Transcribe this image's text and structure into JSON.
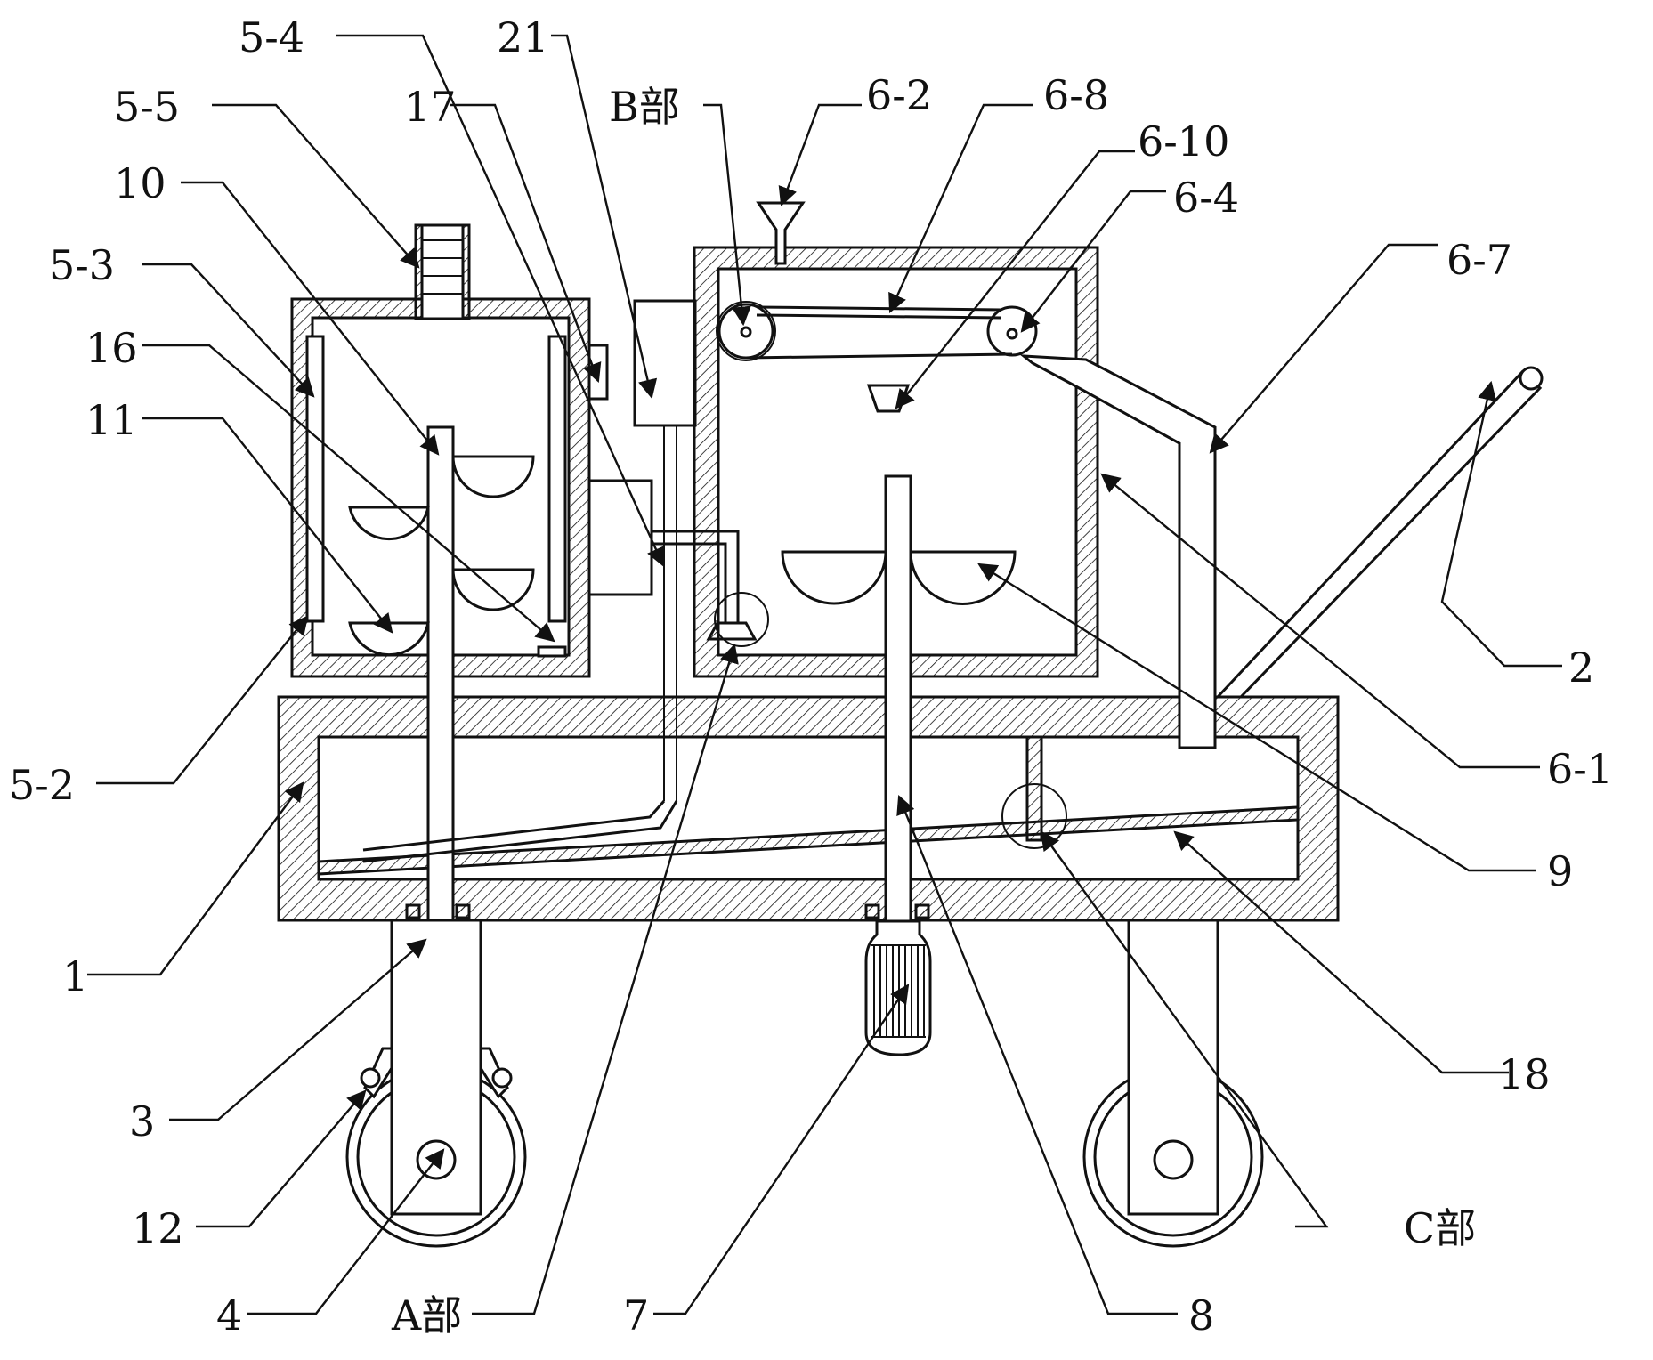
{
  "labels": {
    "p5_4": "5-4",
    "p21": "21",
    "p5_5": "5-5",
    "p17": "17",
    "pB": "B部",
    "p6_2": "6-2",
    "p6_8": "6-8",
    "p6_10": "6-10",
    "p6_4": "6-4",
    "p10": "10",
    "p6_7": "6-7",
    "p5_3": "5-3",
    "p16": "16",
    "p11": "11",
    "p2": "2",
    "p5_2": "5-2",
    "p6_1": "6-1",
    "p9": "9",
    "p1": "1",
    "p18": "18",
    "p3": "3",
    "p12": "12",
    "pC": "C部",
    "p4": "4",
    "pA": "A部",
    "p7": "7",
    "p8": "8"
  }
}
